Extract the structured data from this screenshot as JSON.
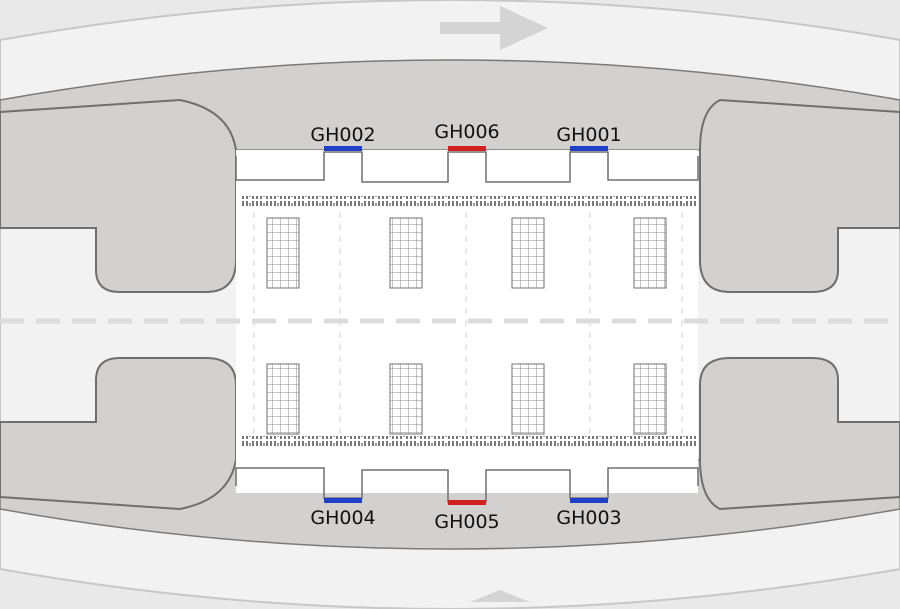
{
  "gates": [
    {
      "id": "GH002",
      "side": "top",
      "color": "#1f3fc9"
    },
    {
      "id": "GH006",
      "side": "top",
      "color": "#d22020"
    },
    {
      "id": "GH001",
      "side": "top",
      "color": "#1f3fc9"
    },
    {
      "id": "GH004",
      "side": "bottom",
      "color": "#1f3fc9"
    },
    {
      "id": "GH005",
      "side": "bottom",
      "color": "#d22020"
    },
    {
      "id": "GH003",
      "side": "bottom",
      "color": "#1f3fc9"
    }
  ],
  "colors": {
    "outer_ground": "#e9e9e9",
    "apron": "#f7f7f7",
    "building": "#d3d1cf",
    "building_edge": "#6f6f6f",
    "hall_floor": "#ffffff",
    "divider": "#dcdcdc",
    "arrow": "#cfcfcf"
  }
}
